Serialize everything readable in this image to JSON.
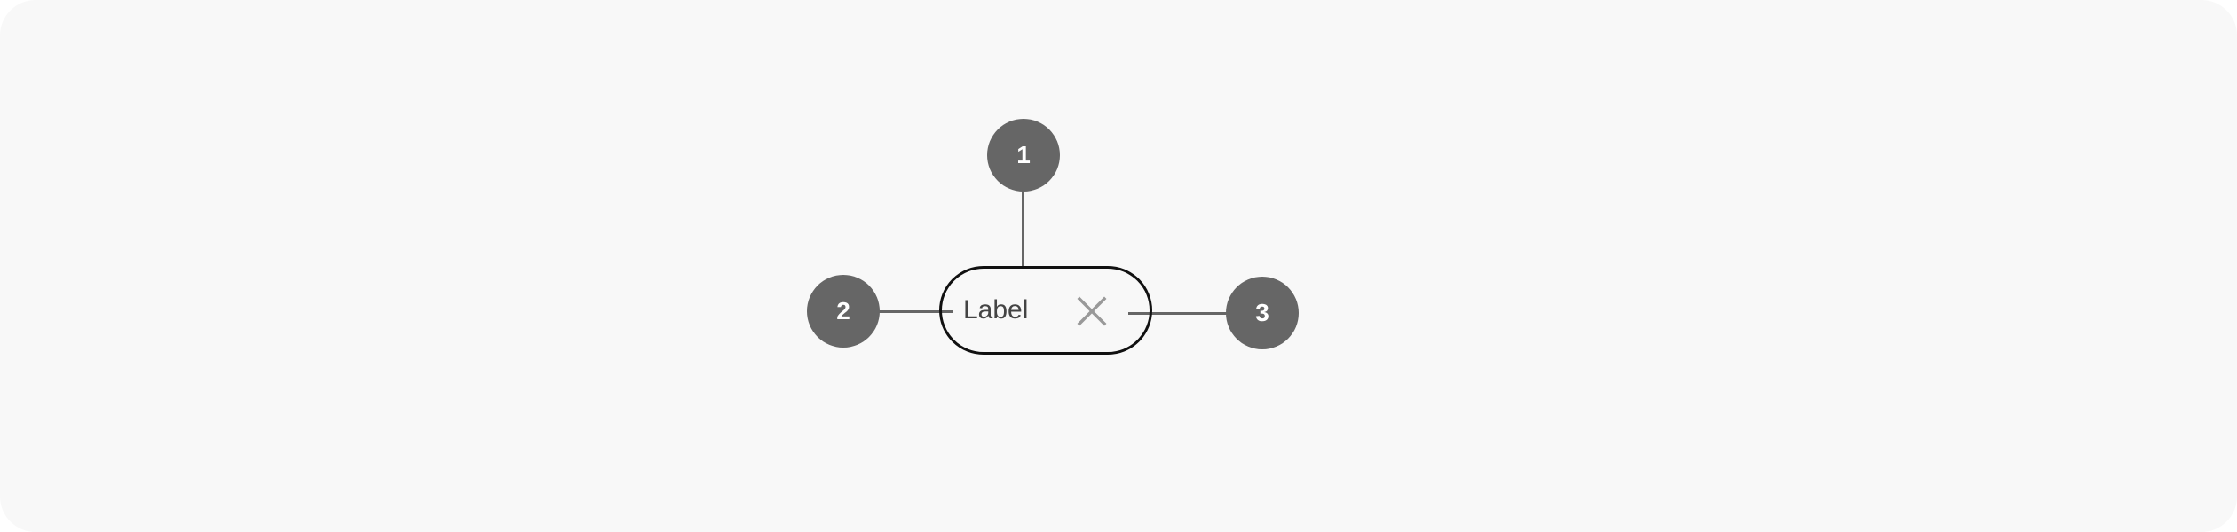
{
  "chip": {
    "label": "Label",
    "close_icon": "close-icon"
  },
  "callouts": [
    {
      "number": "1"
    },
    {
      "number": "2"
    },
    {
      "number": "3"
    }
  ],
  "colors": {
    "background": "#f8f8f8",
    "callout": "#666666",
    "chip_border": "#111111",
    "label_text": "#444444",
    "close_icon": "#999999"
  }
}
